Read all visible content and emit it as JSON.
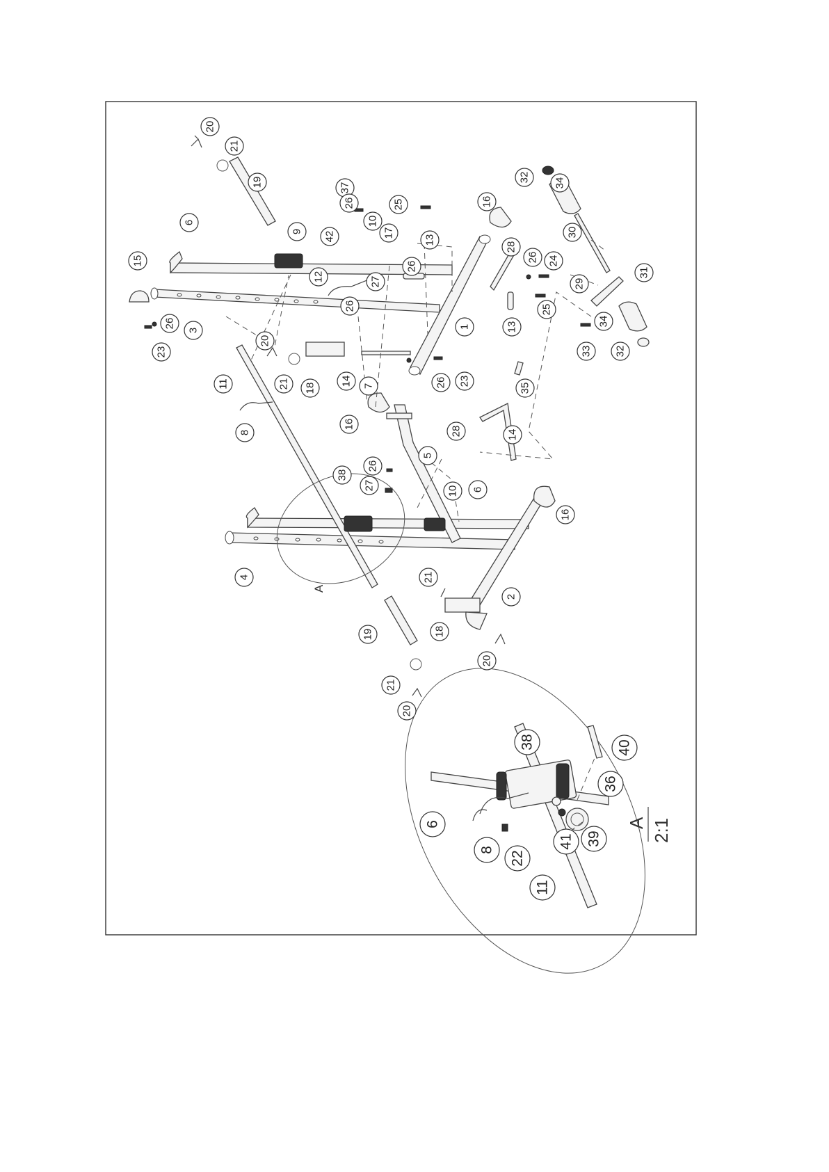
{
  "parts": {
    "p1": "1",
    "p2": "2",
    "p3": "3",
    "p4": "4",
    "p5": "5",
    "p6": "6",
    "p7": "7",
    "p8": "8",
    "p9": "9",
    "p10": "10",
    "p11": "11",
    "p12": "12",
    "p13": "13",
    "p14": "14",
    "p15": "15",
    "p16": "16",
    "p17": "17",
    "p18": "18",
    "p19": "19",
    "p20": "20",
    "p21": "21",
    "p22": "22",
    "p23": "23",
    "p24": "24",
    "p25": "25",
    "p26": "26",
    "p27": "27",
    "p28": "28",
    "p29": "29",
    "p30": "30",
    "p31": "31",
    "p32": "32",
    "p33": "33",
    "p34": "34",
    "p35": "35",
    "p36": "36",
    "p37": "37",
    "p38": "38",
    "p39": "39",
    "p40": "40",
    "p41": "41",
    "p42": "42"
  },
  "detail": {
    "label": "A",
    "scale_numerator": "A",
    "scale_denominator": "2:1"
  }
}
